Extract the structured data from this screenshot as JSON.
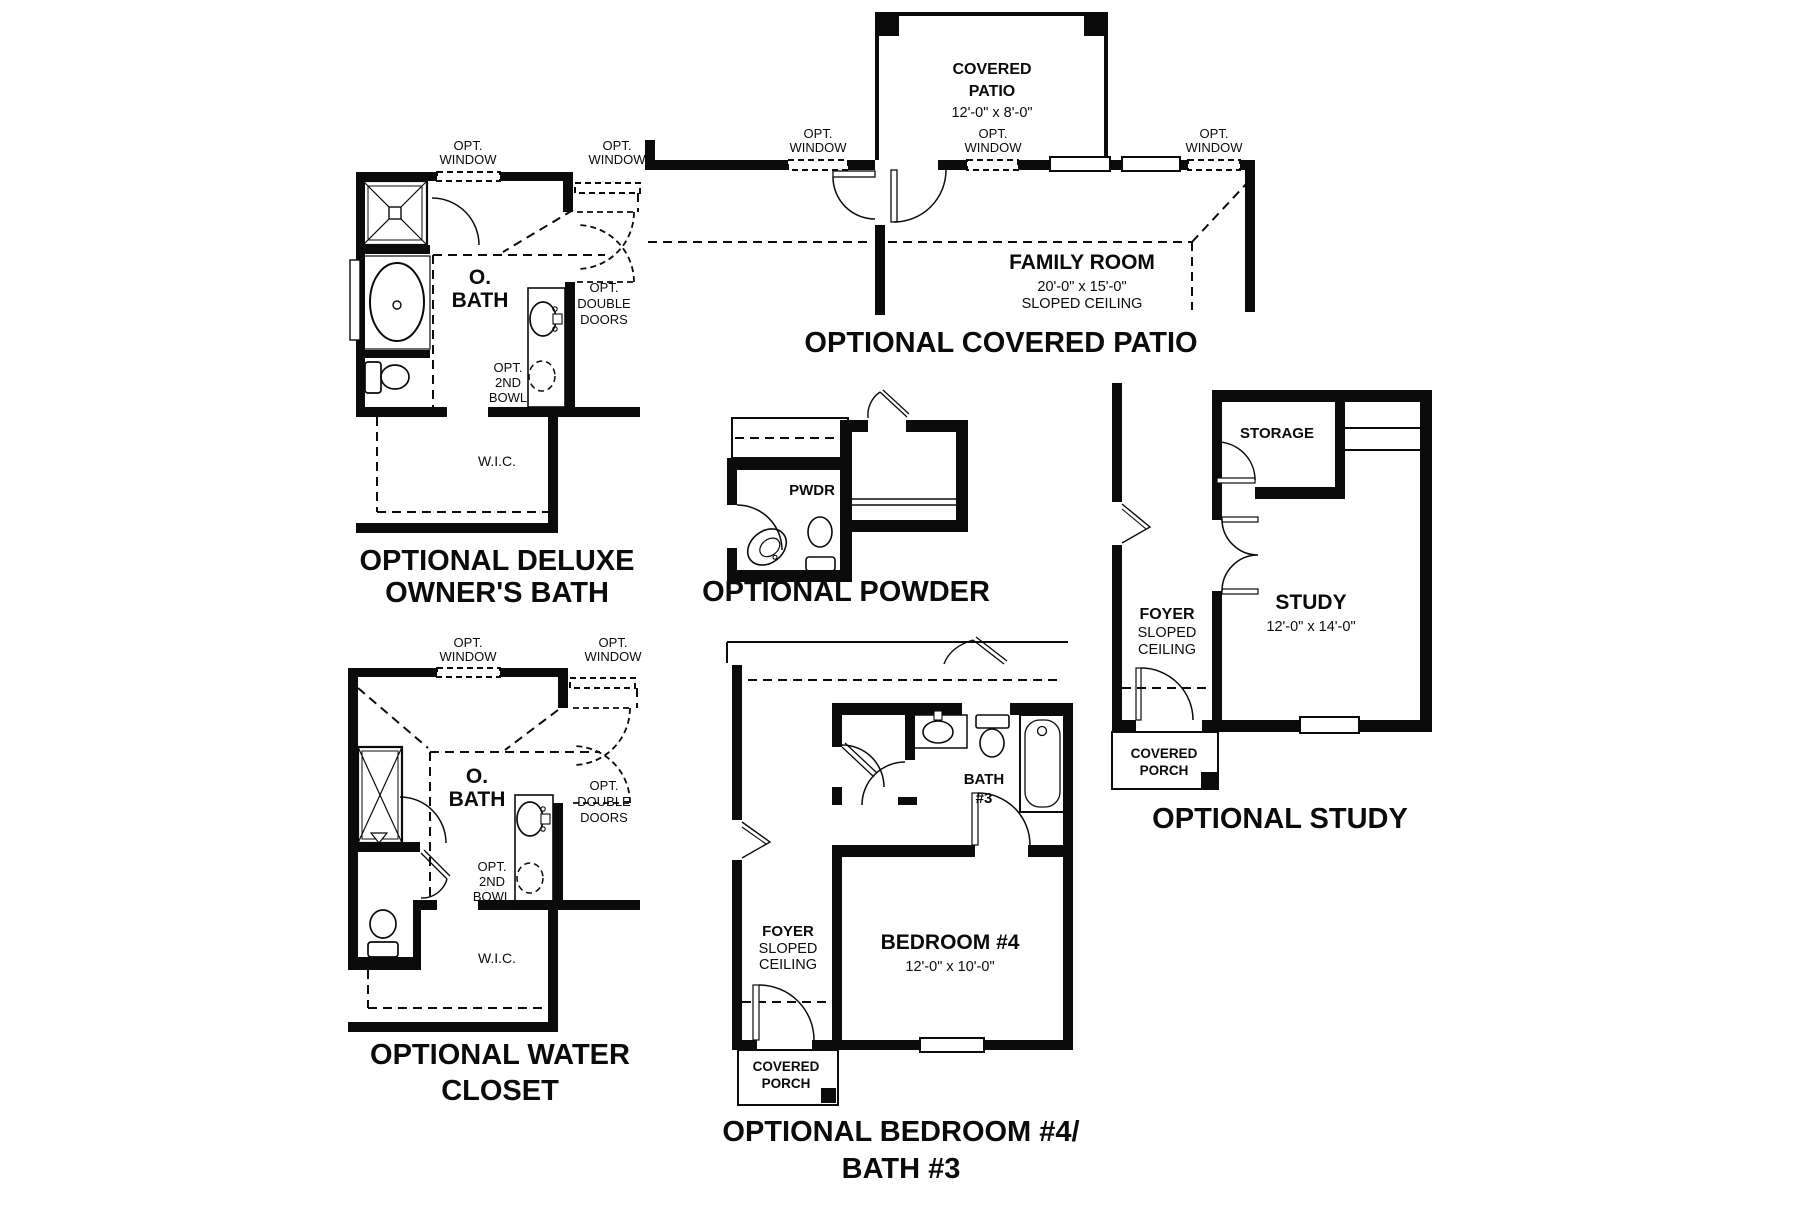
{
  "colors": {
    "background": "#ffffff",
    "line": "#0b0b0b"
  },
  "common": {
    "opt_window": {
      "l1": "OPT.",
      "l2": "WINDOW"
    },
    "opt_double_doors": {
      "l1": "OPT.",
      "l2": "DOUBLE",
      "l3": "DOORS"
    },
    "opt_2nd_bowl": {
      "l1": "OPT.",
      "l2": "2ND",
      "l3": "BOWL"
    },
    "o_bath": {
      "l1": "O.",
      "l2": "BATH"
    },
    "wic": "W.I.C.",
    "foyer": {
      "l1": "FOYER",
      "l2": "SLOPED",
      "l3": "CEILING"
    },
    "covered_porch": {
      "l1": "COVERED",
      "l2": "PORCH"
    }
  },
  "plans": {
    "deluxe_owners_bath": {
      "title_l1": "OPTIONAL DELUXE",
      "title_l2": "OWNER'S BATH"
    },
    "covered_patio": {
      "title": "OPTIONAL COVERED PATIO",
      "patio_l1": "COVERED",
      "patio_l2": "PATIO",
      "patio_dims": "12'-0\" x 8'-0\"",
      "family_room": "FAMILY ROOM",
      "family_room_dims": "20'-0\" x 15'-0\"",
      "family_room_ceiling": "SLOPED CEILING"
    },
    "powder": {
      "title": "OPTIONAL POWDER",
      "room": "PWDR"
    },
    "study": {
      "title": "OPTIONAL STUDY",
      "storage": "STORAGE",
      "study": "STUDY",
      "study_dims": "12'-0\" x 14'-0\""
    },
    "water_closet": {
      "title_l1": "OPTIONAL WATER",
      "title_l2": "CLOSET"
    },
    "bedroom4_bath3": {
      "title_l1": "OPTIONAL BEDROOM #4/",
      "title_l2": "BATH #3",
      "bedroom": "BEDROOM #4",
      "bedroom_dims": "12'-0\" x 10'-0\"",
      "bath_l1": "BATH",
      "bath_l2": "#3"
    }
  }
}
